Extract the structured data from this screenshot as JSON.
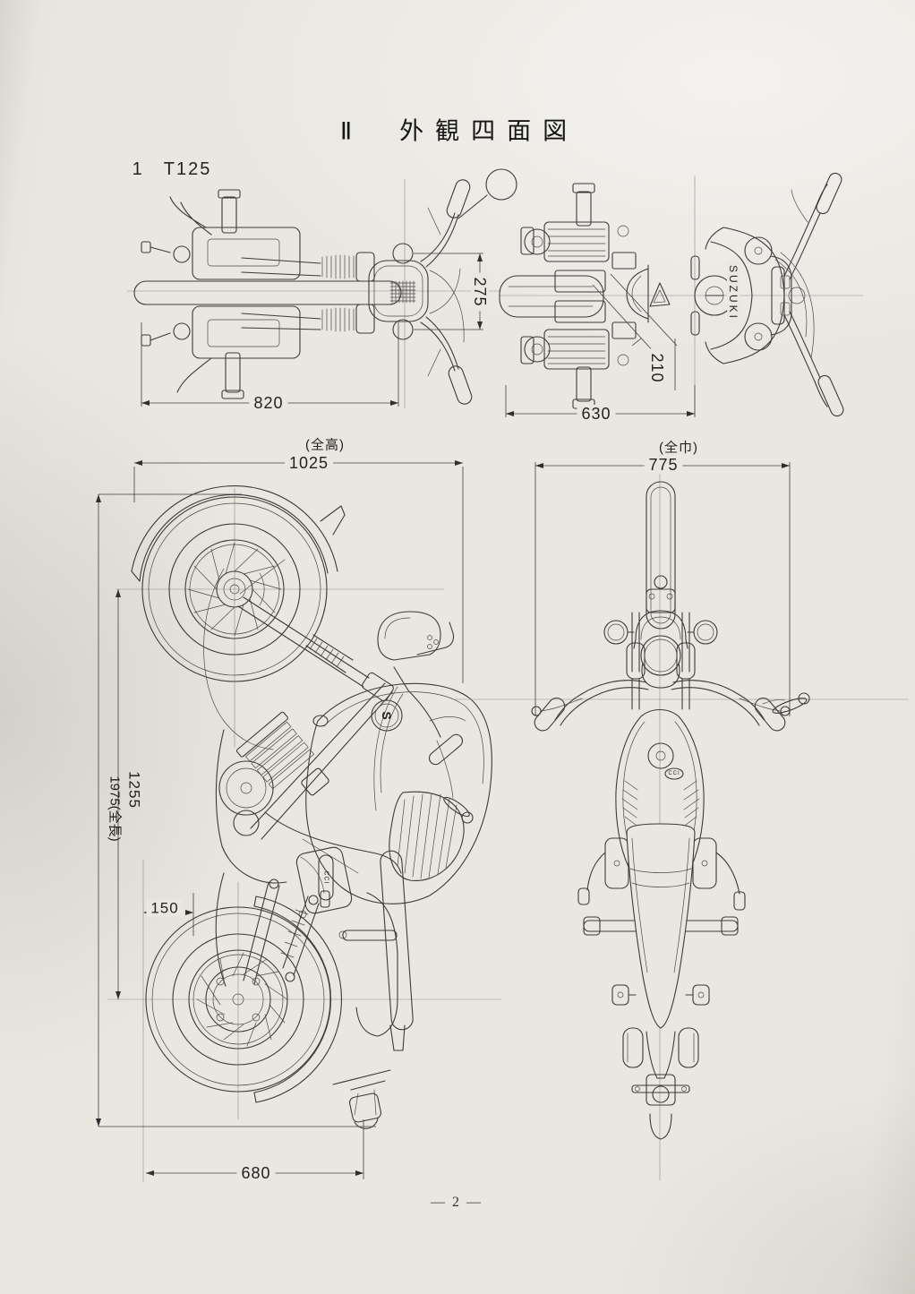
{
  "page": {
    "title": "Ⅱ　外観四面図",
    "section_label": "1　T125",
    "page_number": "— 2 —"
  },
  "drawing_labels": {
    "tank_brand": "SUZUKI",
    "tank_logo": "S",
    "side_cover_badge": "CCI",
    "front_tank_badge": "CCI"
  },
  "dimensions": {
    "top_view_span": "820",
    "handlebar_offset": "275",
    "underside_span": "630",
    "underside_offset": "210",
    "overall_height_note": "(全高)",
    "overall_height": "1025",
    "overall_width_note": "(全巾)",
    "overall_width": "775",
    "wheelbase": "1255",
    "overall_length": "1975(全長)",
    "ground_clearance": "150",
    "rear_span": "680"
  },
  "colors": {
    "paper": "#eae7e1",
    "line": "#3b3b3b",
    "text": "#1d1d1d"
  }
}
